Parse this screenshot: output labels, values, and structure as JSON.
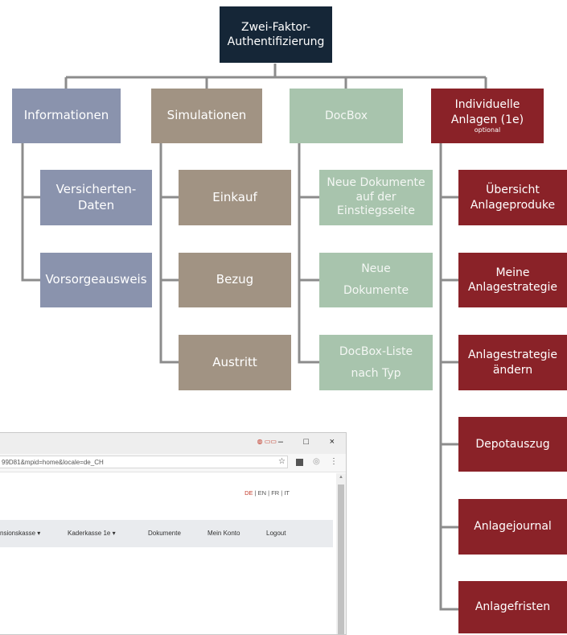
{
  "nodes": {
    "root": "Zwei-Faktor-\nAuthentifizierung",
    "informationen": "Informationen",
    "simulationen": "Simulationen",
    "docbox": "DocBox",
    "individuelle": "Individuelle\nAnlagen (1e)",
    "individuelle_optional": "optional",
    "versicherten_daten": "Versicherten-\nDaten",
    "vorsorgeausweis": "Vorsorgeausweis",
    "einkauf": "Einkauf",
    "bezug": "Bezug",
    "austritt": "Austritt",
    "neue_dokumente_einstieg": "Neue Dokumente\nauf der\nEinstiegsseite",
    "neue_dokumente": "Neue\nDokumente",
    "docbox_liste": "DocBox-Liste\nnach Typ",
    "uebersicht": "Übersicht\nAnlageproduke",
    "meine_anlagestrategie": "Meine\nAnlagestrategie",
    "anlagestrategie_aendern": "Anlagestrategie\nändern",
    "depotauszug": "Depotauszug",
    "anlagejournal": "Anlagejournal",
    "anlagefristen": "Anlagefristen"
  },
  "colors": {
    "root": "#152637",
    "informationen": "#8a93ad",
    "simulationen": "#a19383",
    "docbox": "#a8c4ad",
    "individuelle": "#8a2228",
    "connector": "#8c8c8c"
  },
  "browser": {
    "url": "99D81&mpid=home&locale=de_CH",
    "window_controls": {
      "minimize": "–",
      "maximize": "□",
      "close": "×"
    },
    "star_icon": "☆",
    "menu_icon": "⋮",
    "lang_de": "DE",
    "lang_rest": " | EN | FR | IT",
    "menu": {
      "pensionskasse": "nsionskasse ▾",
      "kaderkasse": "Kaderkasse 1e ▾",
      "dokumente": "Dokumente",
      "mein_konto": "Mein Konto",
      "logout": "Logout"
    }
  }
}
